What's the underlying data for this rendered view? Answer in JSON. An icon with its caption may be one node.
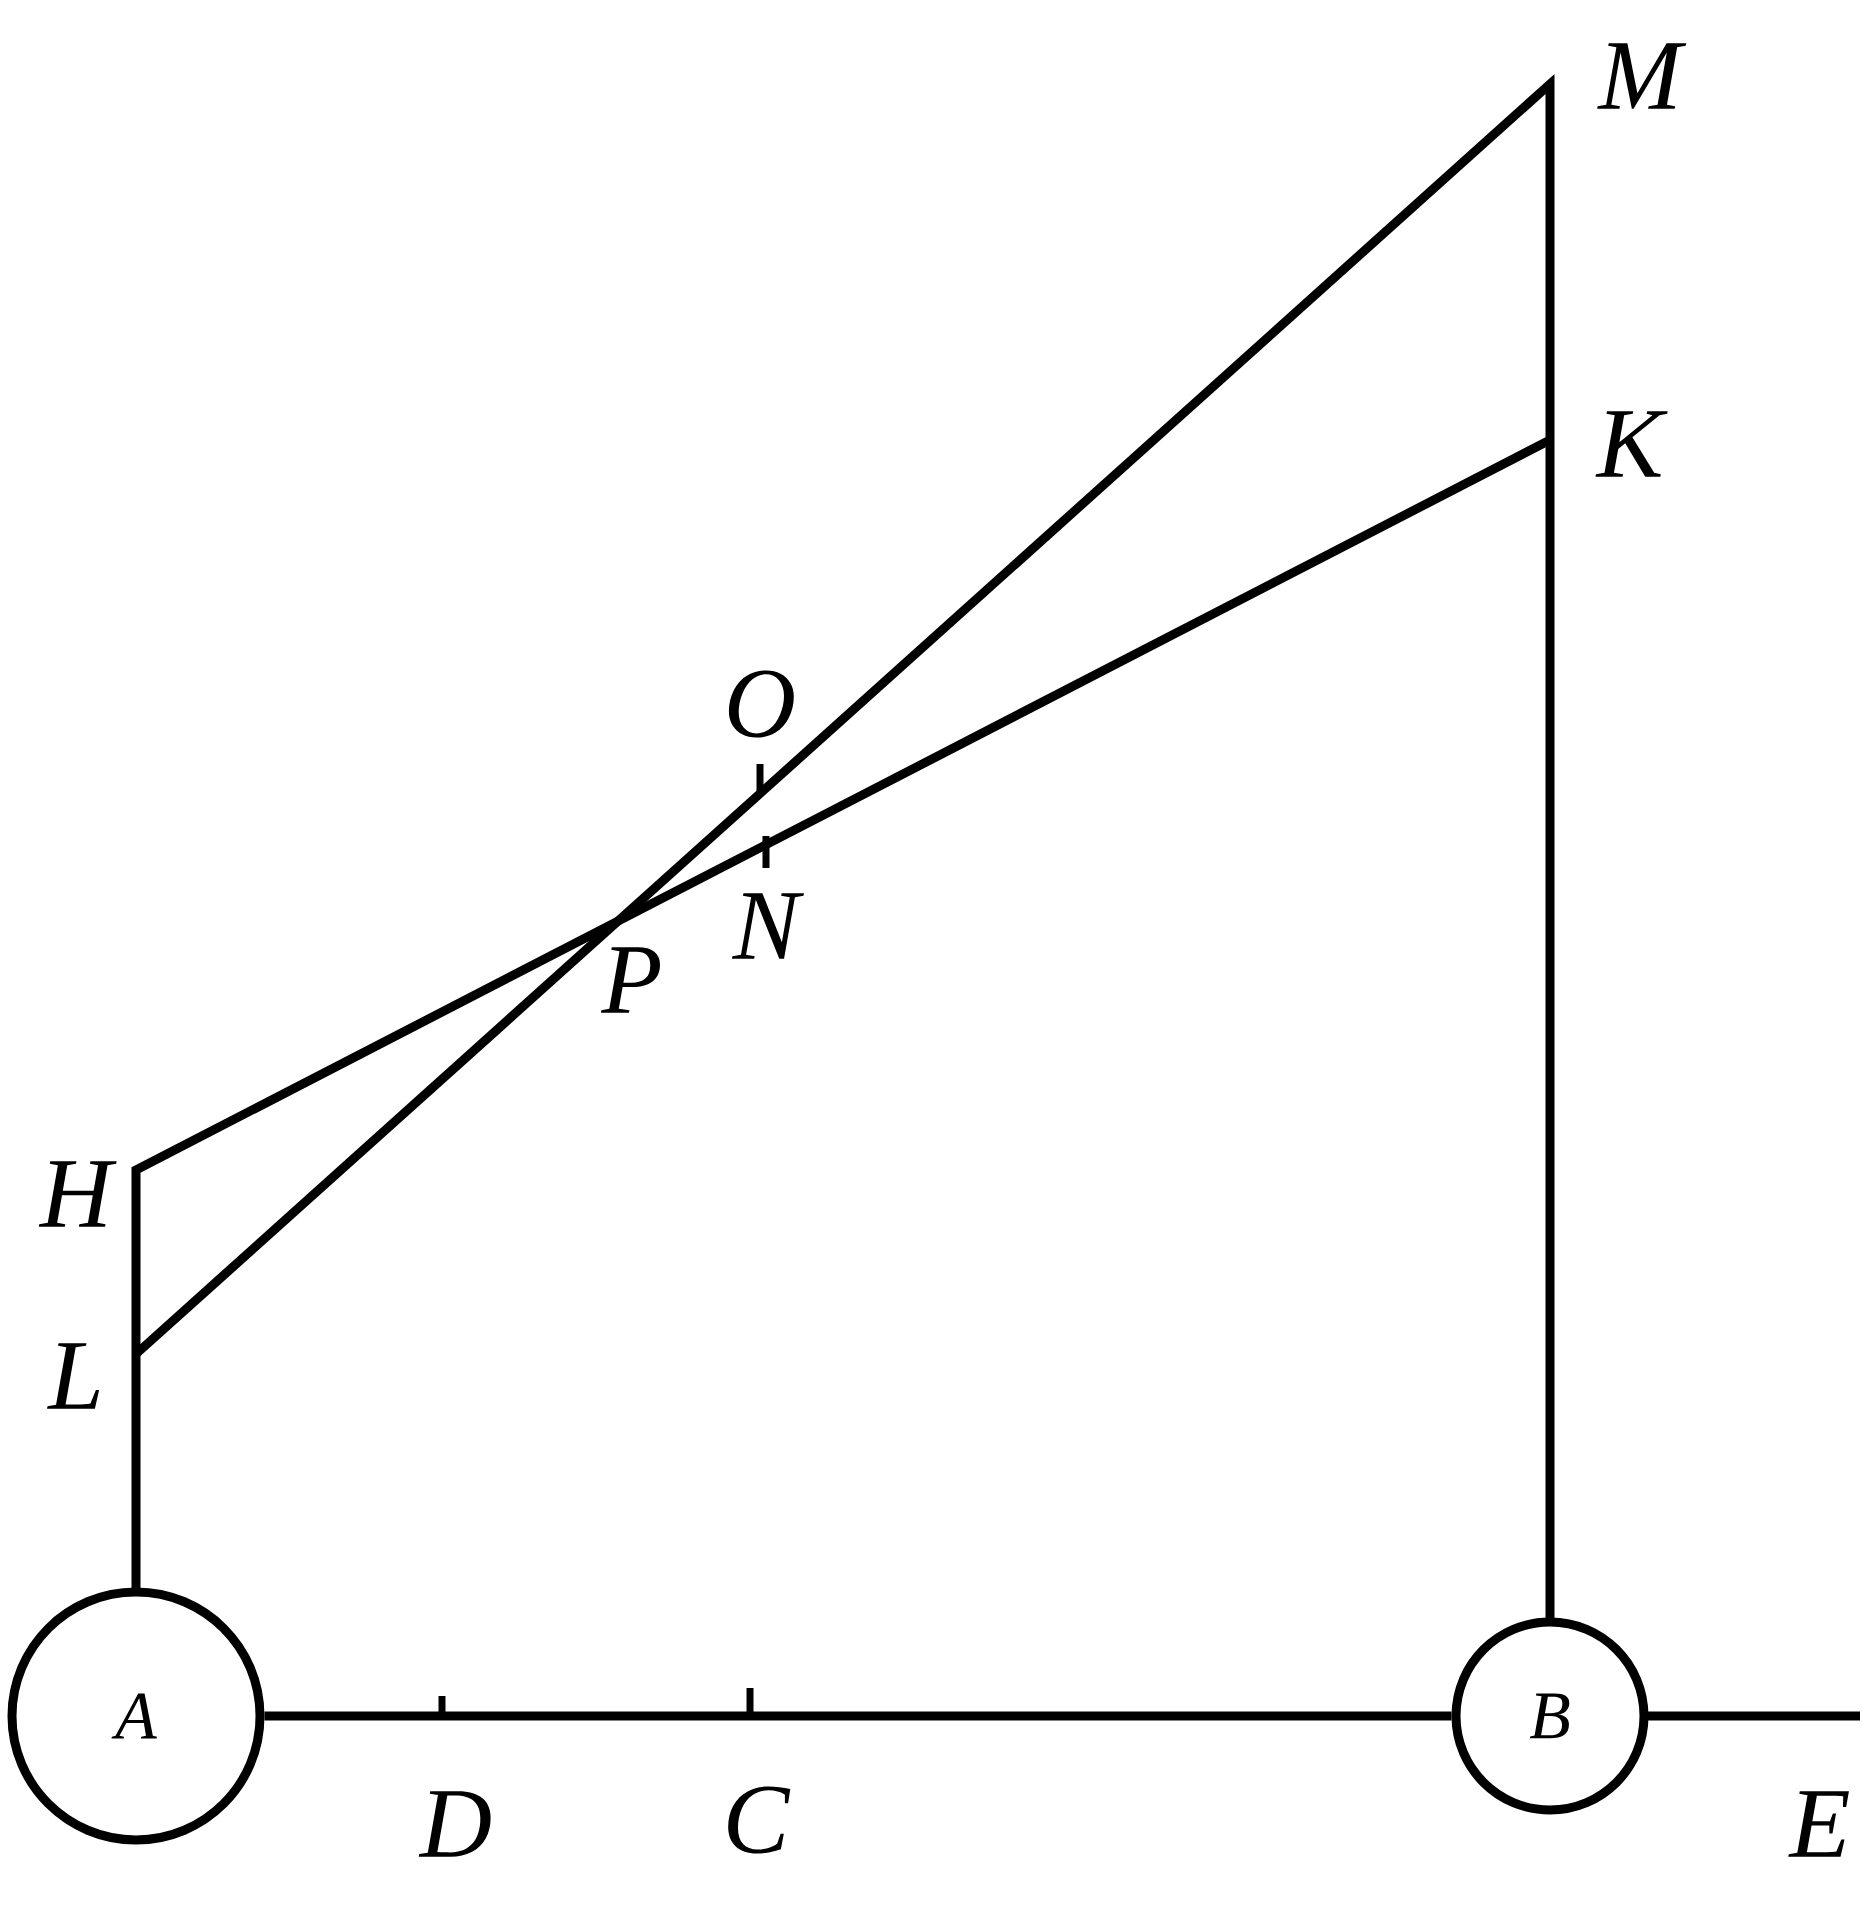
{
  "diagram": {
    "nodes": [
      {
        "text": [
          "A"
        ]
      },
      {
        "text": [
          "B"
        ]
      }
    ],
    "edges": [
      {
        "from": 0,
        "to": 1,
        "arrow": "none"
      }
    ],
    "labels": [
      "M",
      "K",
      "O",
      "N",
      "P",
      "H",
      "L",
      "D",
      "C",
      "E"
    ]
  }
}
